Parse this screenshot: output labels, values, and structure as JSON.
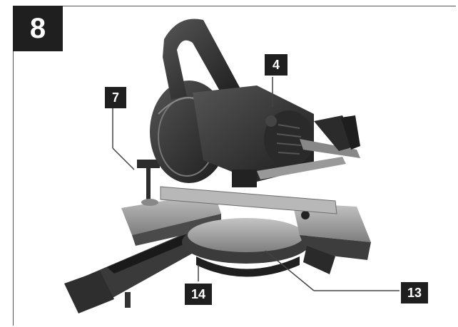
{
  "figure": {
    "number": "8"
  },
  "callouts": {
    "c4": "4",
    "c7": "7",
    "c13": "13",
    "c14": "14"
  },
  "colors": {
    "label_bg": "#1f1f1f",
    "label_text": "#ffffff",
    "machine_dark": "#2b2b2b",
    "machine_light": "#a9a9a9"
  }
}
